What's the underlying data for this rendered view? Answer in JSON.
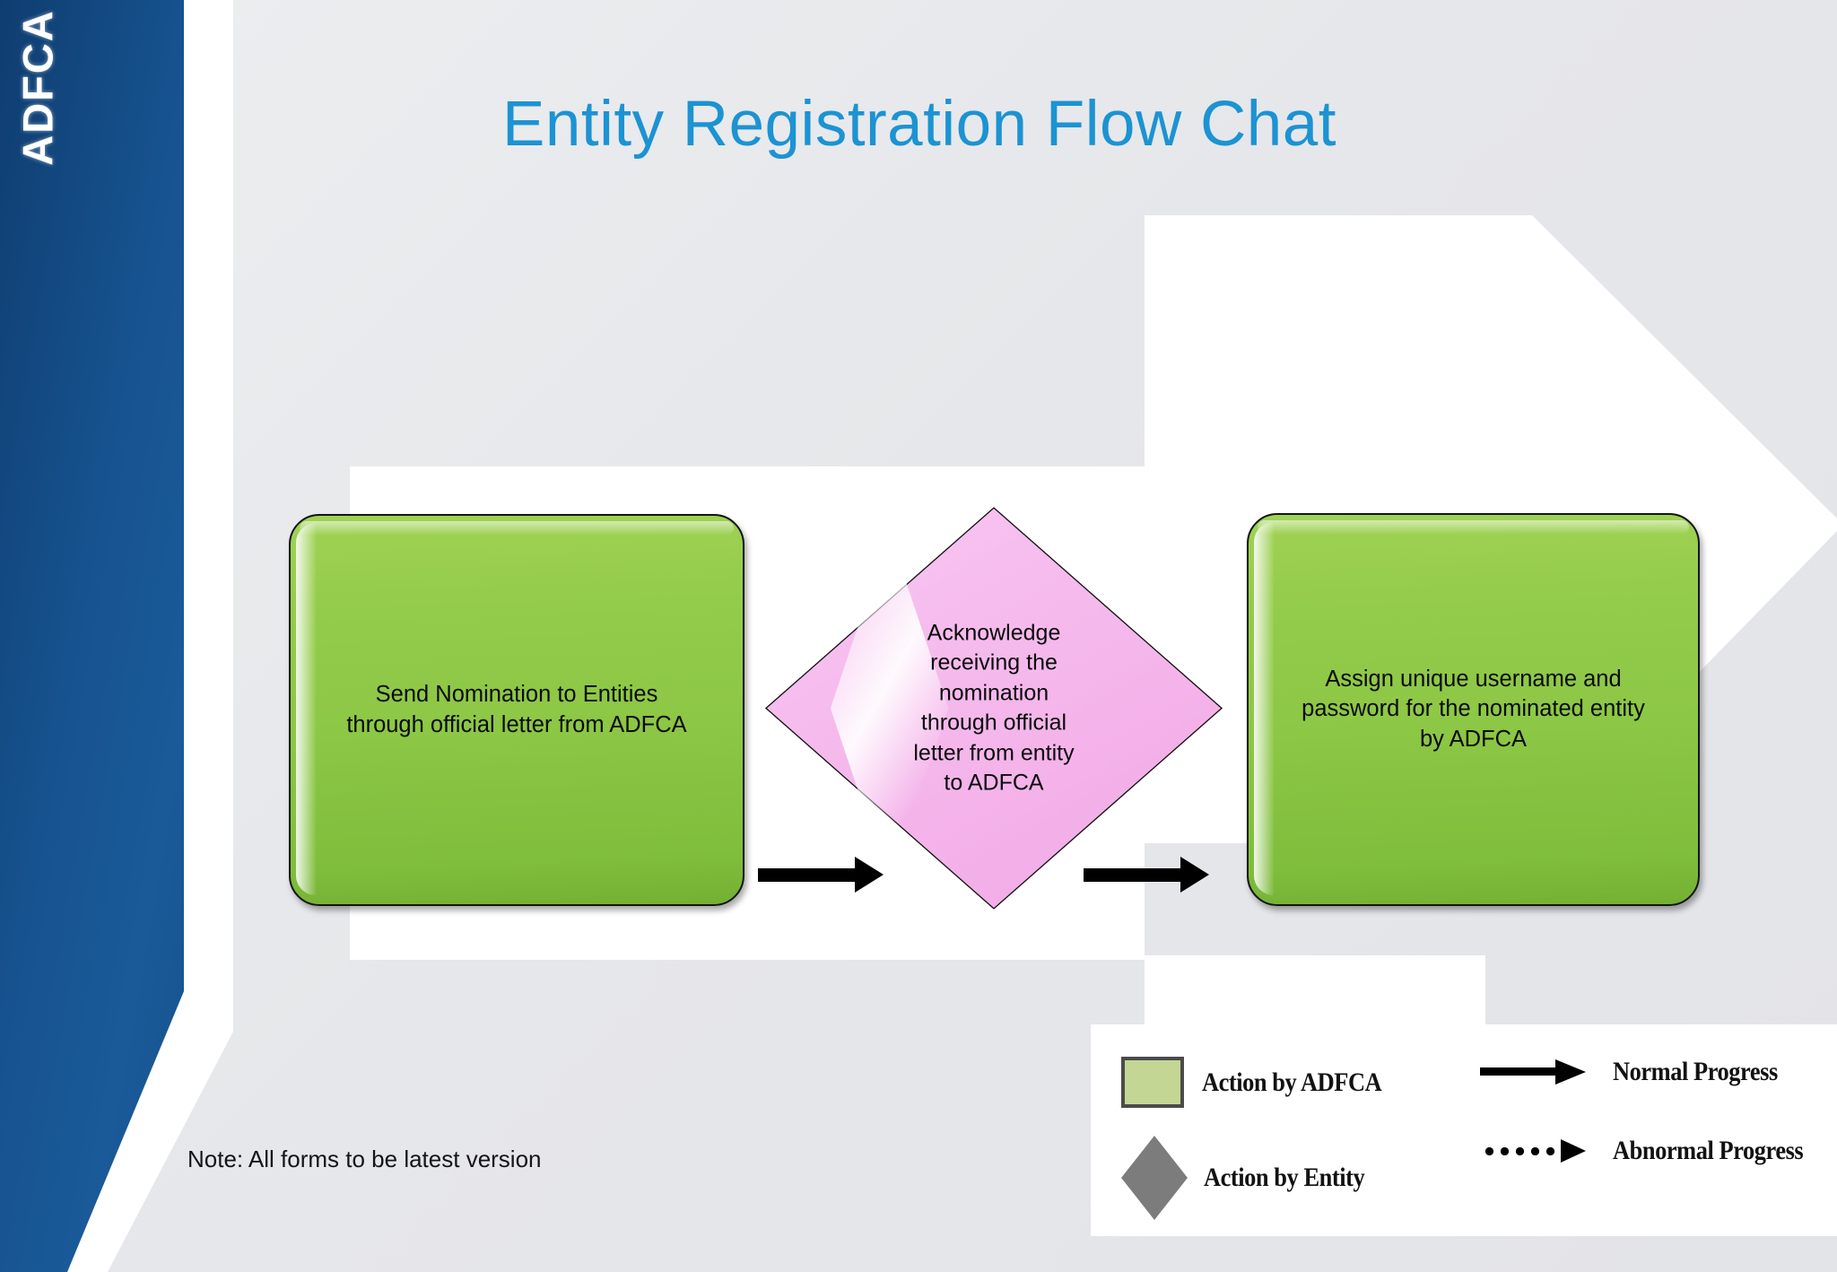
{
  "sidebar": {
    "label": "ADFCA"
  },
  "header": {
    "title": "Entity Registration Flow Chat",
    "title_color": "#1c93d2"
  },
  "flow": {
    "nodes": [
      {
        "id": "send-nomination",
        "shape": "rounded-rectangle",
        "actor": "ADFCA",
        "color": "#8cc745",
        "text": "Send Nomination to Entities\nthrough official letter from ADFCA"
      },
      {
        "id": "acknowledge-receipt",
        "shape": "diamond",
        "actor": "Entity",
        "color": "#f4b4ea",
        "text": "Acknowledge\nreceiving the\nnomination\nthrough official\nletter from entity\nto ADFCA"
      },
      {
        "id": "assign-credentials",
        "shape": "rounded-rectangle",
        "actor": "ADFCA",
        "color": "#8cc745",
        "text": "Assign unique username and\npassword for the nominated entity\nby ADFCA"
      }
    ],
    "connectors": [
      {
        "id": "arrow-1",
        "from": "send-nomination",
        "to": "acknowledge-receipt",
        "style": "solid"
      },
      {
        "id": "arrow-2",
        "from": "acknowledge-receipt",
        "to": "assign-credentials",
        "style": "solid"
      }
    ]
  },
  "note": {
    "text": "Note: All forms to be latest version"
  },
  "legend": {
    "items": [
      {
        "symbol": "green-square",
        "label": "Action by ADFCA",
        "color": "#c3d694"
      },
      {
        "symbol": "pink-diamond",
        "label": "Action by Entity",
        "color": "#e4afb2"
      },
      {
        "symbol": "solid-arrow",
        "label": "Normal Progress",
        "color": "#000000"
      },
      {
        "symbol": "dotted-arrow",
        "label": "Abnormal Progress",
        "color": "#000000"
      }
    ]
  }
}
